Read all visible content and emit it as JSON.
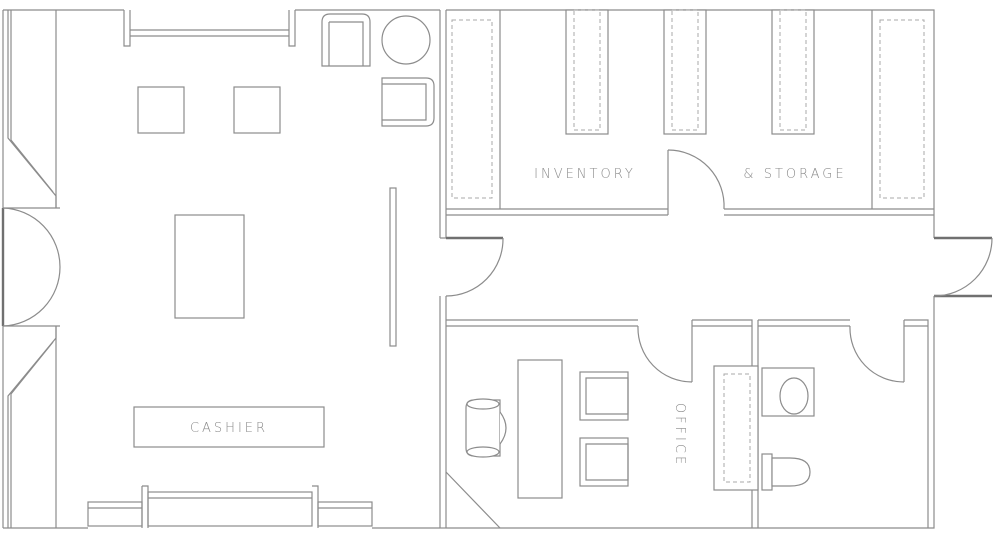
{
  "labels": {
    "inventory": "INVENTORY",
    "storage": "& STORAGE",
    "office": "OFFICE",
    "cashier": "CASHIER"
  },
  "colors": {
    "wall_stroke": "#8c8c8c",
    "door_leaf": "#707070",
    "text": "#8a8a8a",
    "background": "#ffffff"
  }
}
